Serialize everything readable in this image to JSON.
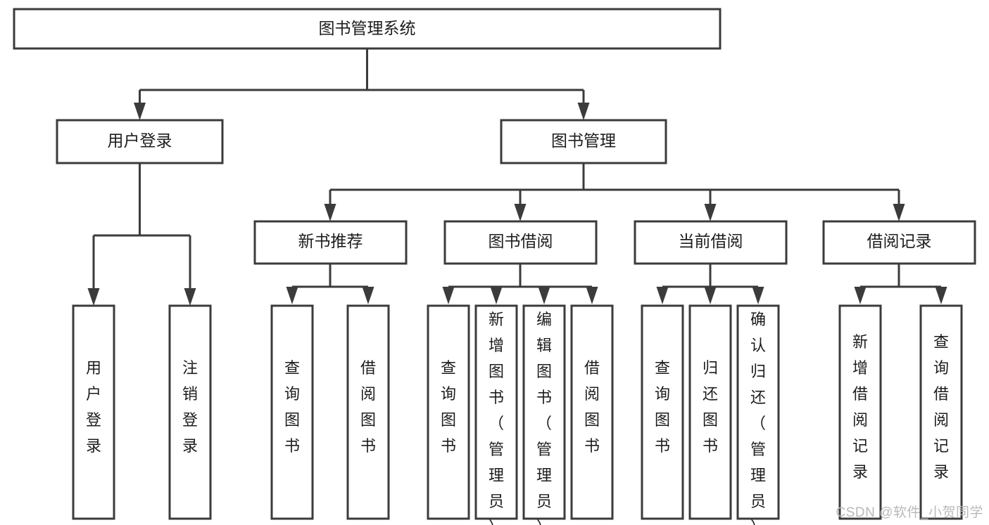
{
  "diagram": {
    "title": "图书管理系统",
    "type": "hierarchy-tree",
    "watermark": "CSDN @软件_小贺同学",
    "colors": {
      "stroke": "#3b3b3b",
      "fill": "#ffffff",
      "text": "#1d1d1d",
      "watermark": "#b9b9b9",
      "background": "#ffffff"
    },
    "levels": {
      "level1": "root",
      "level2": "modules",
      "level3": "submodules",
      "level4": "functions"
    },
    "nodes": {
      "root": {
        "label": "图书管理系统",
        "orientation": "horizontal"
      },
      "user_login": {
        "label": "用户登录",
        "orientation": "horizontal"
      },
      "book_manage": {
        "label": "图书管理",
        "orientation": "horizontal"
      },
      "new_book_rec": {
        "label": "新书推荐",
        "orientation": "horizontal"
      },
      "book_borrow": {
        "label": "图书借阅",
        "orientation": "horizontal"
      },
      "current_borrow": {
        "label": "当前借阅",
        "orientation": "horizontal"
      },
      "borrow_record": {
        "label": "借阅记录",
        "orientation": "horizontal"
      },
      "leaf_user_login": {
        "label": "用户登录",
        "orientation": "vertical"
      },
      "leaf_logout": {
        "label": "注销登录",
        "orientation": "vertical"
      },
      "leaf_query_book_1": {
        "label": "查询图书",
        "orientation": "vertical"
      },
      "leaf_borrow_book_1": {
        "label": "借阅图书",
        "orientation": "vertical"
      },
      "leaf_query_book_2": {
        "label": "查询图书",
        "orientation": "vertical"
      },
      "leaf_add_book": {
        "label": "新增图书（管理员）",
        "orientation": "vertical"
      },
      "leaf_edit_book": {
        "label": "编辑图书（管理员）",
        "orientation": "vertical"
      },
      "leaf_borrow_book_2": {
        "label": "借阅图书",
        "orientation": "vertical"
      },
      "leaf_query_book_3": {
        "label": "查询图书",
        "orientation": "vertical"
      },
      "leaf_return_book": {
        "label": "归还图书",
        "orientation": "vertical"
      },
      "leaf_confirm_return": {
        "label": "确认归还（管理员）",
        "orientation": "vertical"
      },
      "leaf_add_record": {
        "label": "新增借阅记录",
        "orientation": "vertical"
      },
      "leaf_query_record": {
        "label": "查询借阅记录",
        "orientation": "vertical"
      }
    },
    "edges": [
      {
        "from": "root",
        "to": "user_login"
      },
      {
        "from": "root",
        "to": "book_manage"
      },
      {
        "from": "user_login",
        "to": "leaf_user_login"
      },
      {
        "from": "user_login",
        "to": "leaf_logout"
      },
      {
        "from": "book_manage",
        "to": "new_book_rec"
      },
      {
        "from": "book_manage",
        "to": "book_borrow"
      },
      {
        "from": "book_manage",
        "to": "current_borrow"
      },
      {
        "from": "book_manage",
        "to": "borrow_record"
      },
      {
        "from": "new_book_rec",
        "to": "leaf_query_book_1"
      },
      {
        "from": "new_book_rec",
        "to": "leaf_borrow_book_1"
      },
      {
        "from": "book_borrow",
        "to": "leaf_query_book_2"
      },
      {
        "from": "book_borrow",
        "to": "leaf_add_book"
      },
      {
        "from": "book_borrow",
        "to": "leaf_edit_book"
      },
      {
        "from": "book_borrow",
        "to": "leaf_borrow_book_2"
      },
      {
        "from": "current_borrow",
        "to": "leaf_query_book_3"
      },
      {
        "from": "current_borrow",
        "to": "leaf_return_book"
      },
      {
        "from": "current_borrow",
        "to": "leaf_confirm_return"
      },
      {
        "from": "borrow_record",
        "to": "leaf_add_record"
      },
      {
        "from": "borrow_record",
        "to": "leaf_query_record"
      }
    ]
  }
}
